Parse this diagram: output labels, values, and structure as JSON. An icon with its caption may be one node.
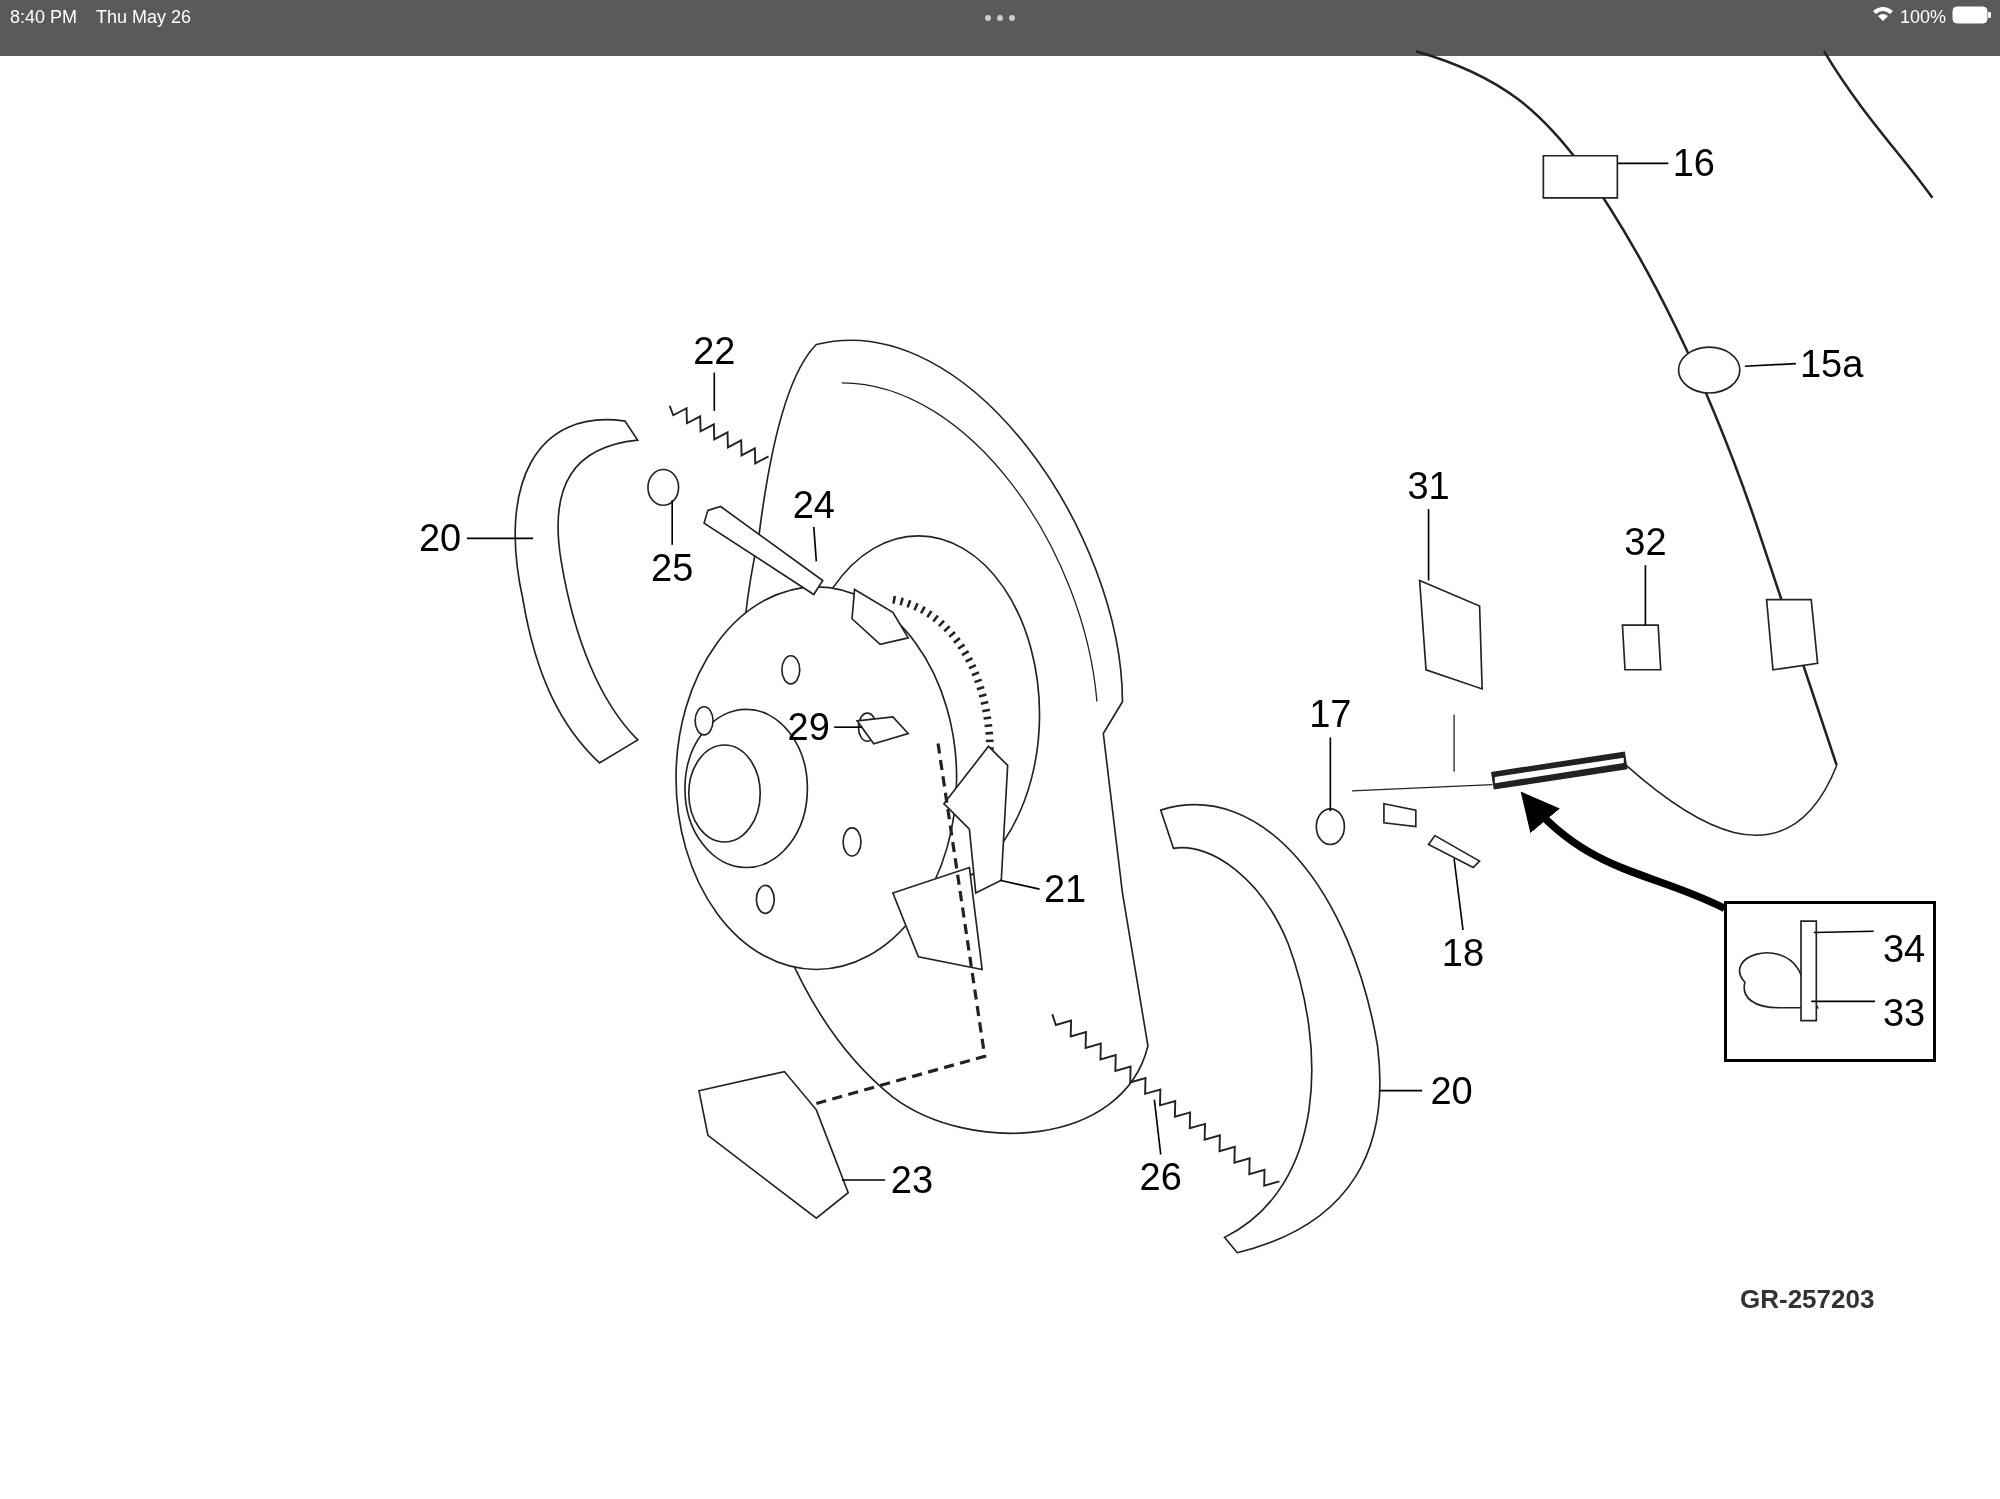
{
  "diagram": {
    "nodes": [
      {
        "text": [
          "16"
        ]
      },
      {
        "text": [
          "22"
        ]
      },
      {
        "text": [
          "15a"
        ]
      },
      {
        "text": [
          "31"
        ]
      },
      {
        "text": [
          "24"
        ]
      },
      {
        "text": [
          "20"
        ]
      },
      {
        "text": [
          "32"
        ]
      },
      {
        "text": [
          "25"
        ]
      },
      {
        "text": [
          "17"
        ]
      },
      {
        "text": [
          "29"
        ]
      },
      {
        "text": [
          "21"
        ]
      },
      {
        "text": [],
        "shape": "box"
      },
      {
        "text": [
          "34"
        ],
        "in": 11
      },
      {
        "text": [
          "18"
        ]
      },
      {
        "text": [
          "33"
        ],
        "in": 11
      },
      {
        "text": [
          "20"
        ]
      },
      {
        "text": [
          "26"
        ]
      },
      {
        "text": [
          "23"
        ]
      }
    ],
    "edges": [
      {
        "from": 0,
        "to": null,
        "arrow": "none"
      },
      {
        "from": 1,
        "to": null,
        "arrow": "none"
      },
      {
        "from": 2,
        "to": null,
        "arrow": "none"
      },
      {
        "from": 3,
        "to": null,
        "arrow": "none"
      },
      {
        "from": 4,
        "to": null,
        "arrow": "none"
      },
      {
        "from": 5,
        "to": null,
        "arrow": "none"
      },
      {
        "from": 6,
        "to": null,
        "arrow": "none"
      },
      {
        "from": 7,
        "to": null,
        "arrow": "none"
      },
      {
        "from": 8,
        "to": null,
        "arrow": "none"
      },
      {
        "from": 9,
        "to": null,
        "arrow": "none"
      },
      {
        "from": 10,
        "to": null,
        "arrow": "none"
      },
      {
        "from": 11,
        "to": null,
        "arrow": "to",
        "style": "thick"
      },
      {
        "from": 12,
        "to": null,
        "arrow": "none"
      },
      {
        "from": 13,
        "to": null,
        "arrow": "none"
      },
      {
        "from": 14,
        "to": null,
        "arrow": "none"
      },
      {
        "from": 15,
        "to": null,
        "arrow": "none"
      },
      {
        "from": 16,
        "to": null,
        "arrow": "none"
      },
      {
        "from": 17,
        "to": null,
        "arrow": "none"
      }
    ],
    "labels": [
      "8:40 PM",
      "Thu May 26",
      "100%",
      "GR-257203"
    ]
  }
}
